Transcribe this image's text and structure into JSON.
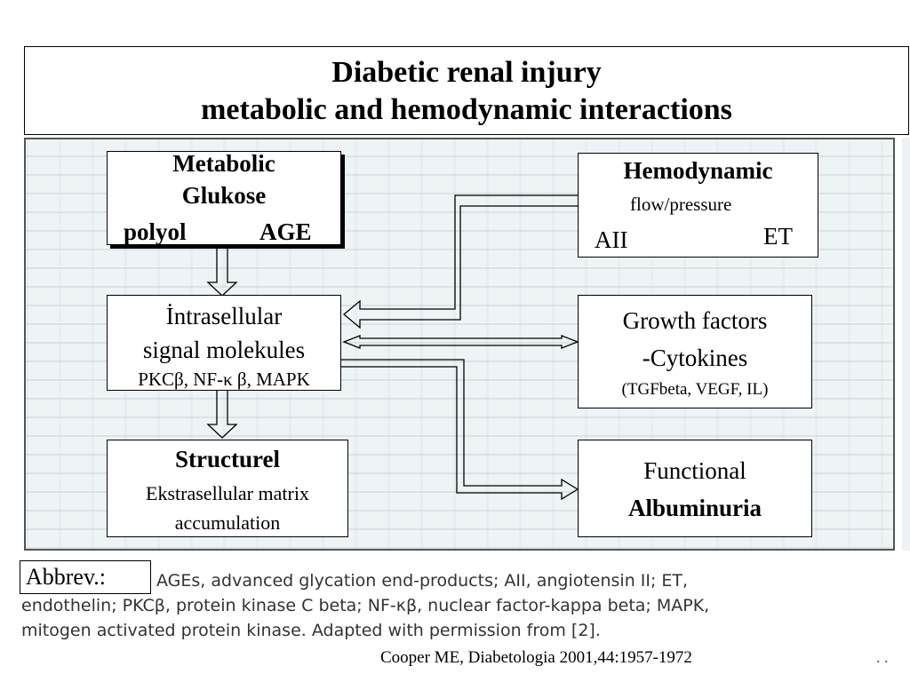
{
  "title": {
    "line1": "Diabetic renal injury",
    "line2": "metabolic and  hemodynamic interactions"
  },
  "boxes": {
    "metabolic": {
      "heading": "Metabolic",
      "subheading": "Glukose",
      "left_item": "polyol",
      "right_item": "AGE"
    },
    "hemodynamic": {
      "heading": "Hemodynamic",
      "subheading": "flow/pressure",
      "left_item": "AII",
      "right_item": "ET"
    },
    "intracellular": {
      "line1": "İntrasellular",
      "line2": "signal molekules",
      "line3": "PKCβ, NF-κ β, MAPK"
    },
    "growth_factors": {
      "line1": "Growth factors",
      "line2": "-Cytokines",
      "line3": "(TGFbeta, VEGF, IL)"
    },
    "structural": {
      "line1": "Structurel",
      "line2": "Ekstrasellular matrix",
      "line3": "accumulation"
    },
    "functional": {
      "line1": "Functional",
      "line2": "Albuminuria"
    }
  },
  "abbrev": {
    "label": "Abbrev.:",
    "line1": "AGEs, advanced glycation end-products; AII, angiotensin II; ET,",
    "line2": "endothelin; PKCβ, protein kinase C beta; NF-κβ, nuclear factor-kappa beta; MAPK,",
    "line3": "mitogen activated protein kinase. Adapted with permission from [2]."
  },
  "citation": "Cooper ME, Diabetologia 2001,44:1957-1972",
  "corner_marks": ". ."
}
